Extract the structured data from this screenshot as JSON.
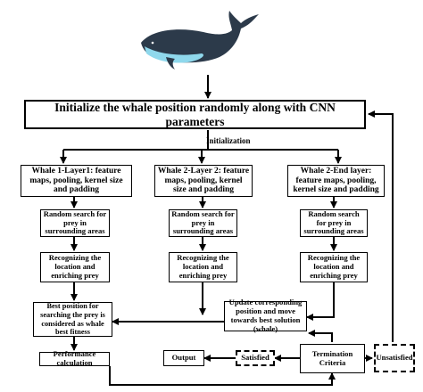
{
  "main": {
    "init_text": "Initialize the whale position randomly along with CNN parameters"
  },
  "initialization_label": "Initialization",
  "layers": [
    {
      "title": "Whale 1-Layer1: feature maps, pooling, kernel size and padding",
      "search": "Random search for prey in surrounding areas",
      "recognize": "Recognizing the location and enriching prey"
    },
    {
      "title": "Whale 2-Layer 2: feature maps, pooling, kernel size and padding",
      "search": "Random search for prey in surrounding areas",
      "recognize": "Recognizing the location and enriching prey"
    },
    {
      "title": "Whale 2-End layer: feature maps, pooling, kernel size and padding",
      "search": "Random search for prey in surrounding areas",
      "recognize": "Recognizing the location and enriching prey"
    }
  ],
  "best_position": "Best position for searching the prey is considered as whale best fitness",
  "update": "Update corresponding position and move towards best solution (whale)",
  "performance": "Performance calculation",
  "termination": "Termination Criteria",
  "satisfied": "Satisfied",
  "unsatisfied": "Unsatisfied",
  "output": "Output",
  "colors": {
    "whale_body": "#2c3a4a",
    "whale_belly": "#8fd8ec",
    "stroke": "#000000"
  }
}
